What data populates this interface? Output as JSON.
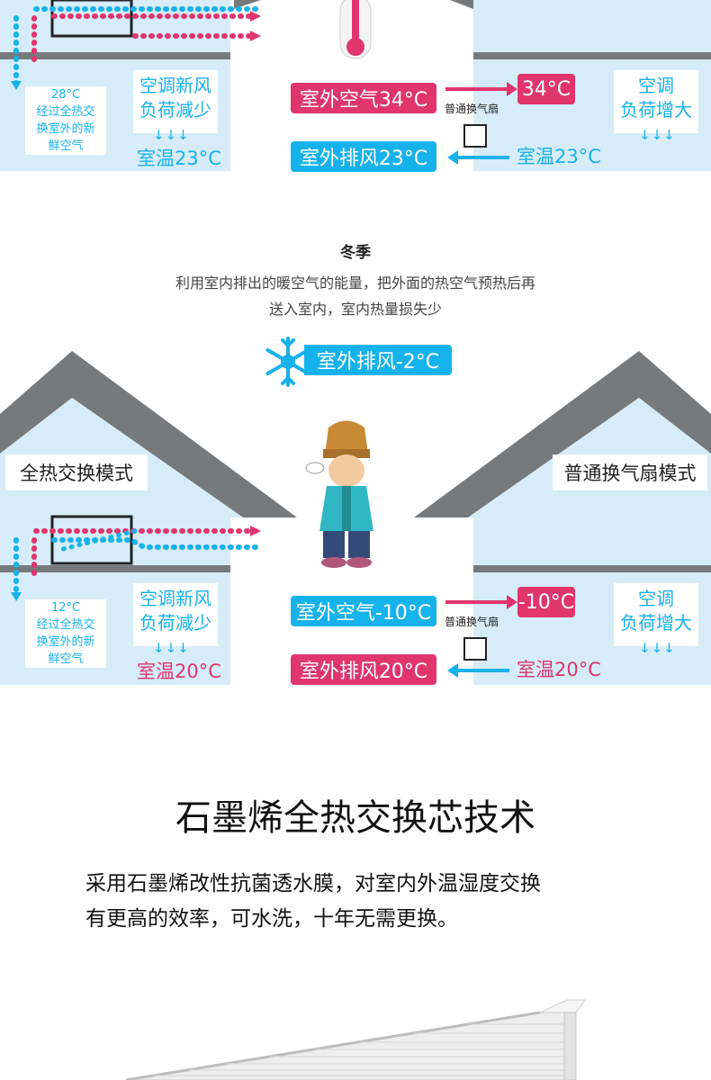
{
  "summer": {
    "left_note": [
      "28°C",
      "经过全热交",
      "换室外的新",
      "鲜空气"
    ],
    "left_box": [
      "空调新风",
      "负荷减少"
    ],
    "left_room": "室温23°C",
    "outdoor_air": "室外空气34°C",
    "fan_label": "普通换气扇",
    "fan_out": "34°C",
    "exhaust": "室外排风23°C",
    "right_room": "室温23°C",
    "right_box": [
      "空调",
      "负荷增大"
    ]
  },
  "winter": {
    "title": "冬季",
    "desc_line1": "利用室内排出的暖空气的能量，把外面的热空气预热后再",
    "desc_line2": "送入室内，室内热量损失少",
    "snow_exhaust": "室外排风-2°C",
    "left_mode": "全热交换模式",
    "right_mode": "普通换气扇模式",
    "left_note": [
      "12°C",
      "经过全热交",
      "换室外的新",
      "鲜空气"
    ],
    "left_box": [
      "空调新风",
      "负荷减少"
    ],
    "left_room": "室温20°C",
    "outdoor_air": "室外空气-10°C",
    "fan_label": "普通换气扇",
    "fan_out": "-10°C",
    "exhaust": "室外排风20°C",
    "right_room": "室温20°C",
    "right_box": [
      "空调",
      "负荷增大"
    ]
  },
  "tech": {
    "title": "石墨烯全热交换芯技术",
    "desc_line1": "采用石墨烯改性抗菌透水膜，对室内外温湿度交换",
    "desc_line2": "有更高的效率，可水洗，十年无需更换。"
  },
  "colors": {
    "pink": "#e0356d",
    "blue": "#16b2ec",
    "wall": "#d6ecf8",
    "roof": "#777a7d"
  },
  "icons": {
    "arrows_down": "↓↓↓",
    "arrow_right": "→",
    "arrow_left": "←"
  }
}
